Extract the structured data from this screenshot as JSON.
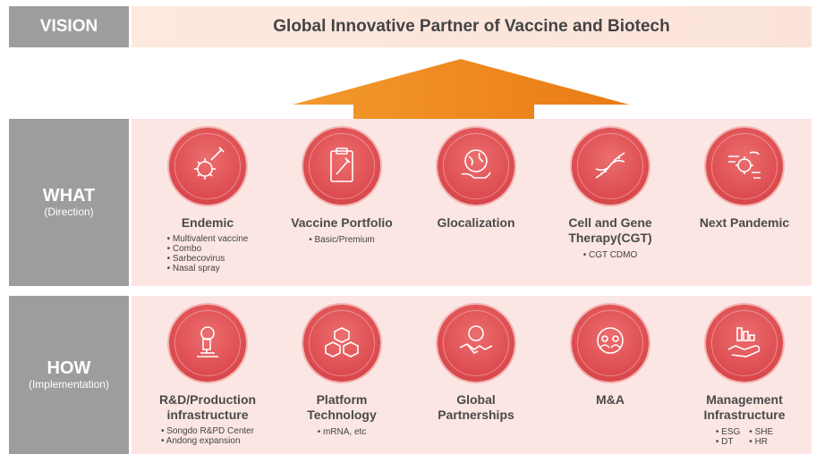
{
  "vision": {
    "label": "VISION",
    "statement": "Global Innovative Partner of Vaccine and Biotech"
  },
  "what": {
    "label": "WHAT",
    "sublabel": "(Direction)",
    "items": [
      {
        "title": "Endemic",
        "icon": "virus-syringe-icon",
        "bullets": [
          "Multivalent vaccine",
          "Combo",
          "Sarbecovirus",
          "Nasal spray"
        ]
      },
      {
        "title": "Vaccine Portfolio",
        "icon": "clipboard-syringe-icon",
        "bullets": [
          "Basic/Premium"
        ]
      },
      {
        "title": "Glocalization",
        "icon": "globe-hand-icon",
        "bullets": []
      },
      {
        "title": "Cell and Gene Therapy(CGT)",
        "title_line1": "Cell and Gene",
        "title_line2": "Therapy(CGT)",
        "icon": "dna-icon",
        "bullets": [
          "CGT CDMO"
        ]
      },
      {
        "title": "Next Pandemic",
        "icon": "virus-wind-icon",
        "bullets": []
      }
    ]
  },
  "how": {
    "label": "HOW",
    "sublabel": "(Implementation)",
    "items": [
      {
        "title_line1": "R&D/Production",
        "title_line2": "infrastructure",
        "icon": "microscope-icon",
        "bullets": [
          "Songdo R&PD Center",
          "Andong expansion"
        ]
      },
      {
        "title_line1": "Platform",
        "title_line2": "Technology",
        "icon": "cube-network-icon",
        "bullets": [
          "mRNA, etc"
        ]
      },
      {
        "title_line1": "Global",
        "title_line2": "Partnerships",
        "icon": "handshake-icon",
        "bullets": []
      },
      {
        "title_line1": "M&A",
        "title_line2": "",
        "icon": "people-globe-icon",
        "bullets": []
      },
      {
        "title_line1": "Management",
        "title_line2": "Infrastructure",
        "icon": "hand-factory-icon",
        "bullets_grid": [
          "ESG",
          "SHE",
          "DT",
          "HR"
        ]
      }
    ]
  },
  "colors": {
    "label_gray": "#9d9d9d",
    "panel_pink": "#fbe6e3",
    "circle_red": "#dc4b4f",
    "arrow_orange": "#f08a1e"
  }
}
